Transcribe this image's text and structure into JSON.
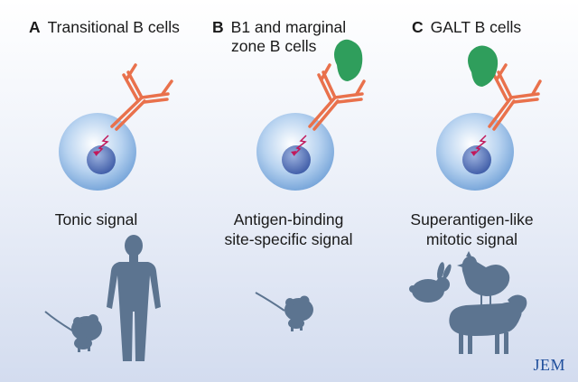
{
  "panels": [
    {
      "letter": "A",
      "title": "Transitional B cells",
      "title_line2": "",
      "caption_line1": "Tonic signal",
      "caption_line2": "",
      "animals": [
        "mouse-icon",
        "human-icon"
      ],
      "antigen": "none"
    },
    {
      "letter": "B",
      "title": "B1 and marginal",
      "title_line2": "zone B cells",
      "caption_line1": "Antigen-binding",
      "caption_line2": "site-specific signal",
      "animals": [
        "mouse-icon"
      ],
      "antigen": "variable-region"
    },
    {
      "letter": "C",
      "title": "GALT B cells",
      "title_line2": "",
      "caption_line1": "Superantigen-like",
      "caption_line2": "mitotic signal",
      "animals": [
        "rabbit-icon",
        "chicken-icon",
        "sheep-icon"
      ],
      "antigen": "framework-region"
    }
  ],
  "journal": "JEM",
  "colors": {
    "cell": "#9fc3ea",
    "nucleus": "#4b6db4",
    "receptor": "#e9714c",
    "antigen": "#2f9e5c",
    "signal": "#c2185b",
    "silhouette": "#5c7490"
  }
}
